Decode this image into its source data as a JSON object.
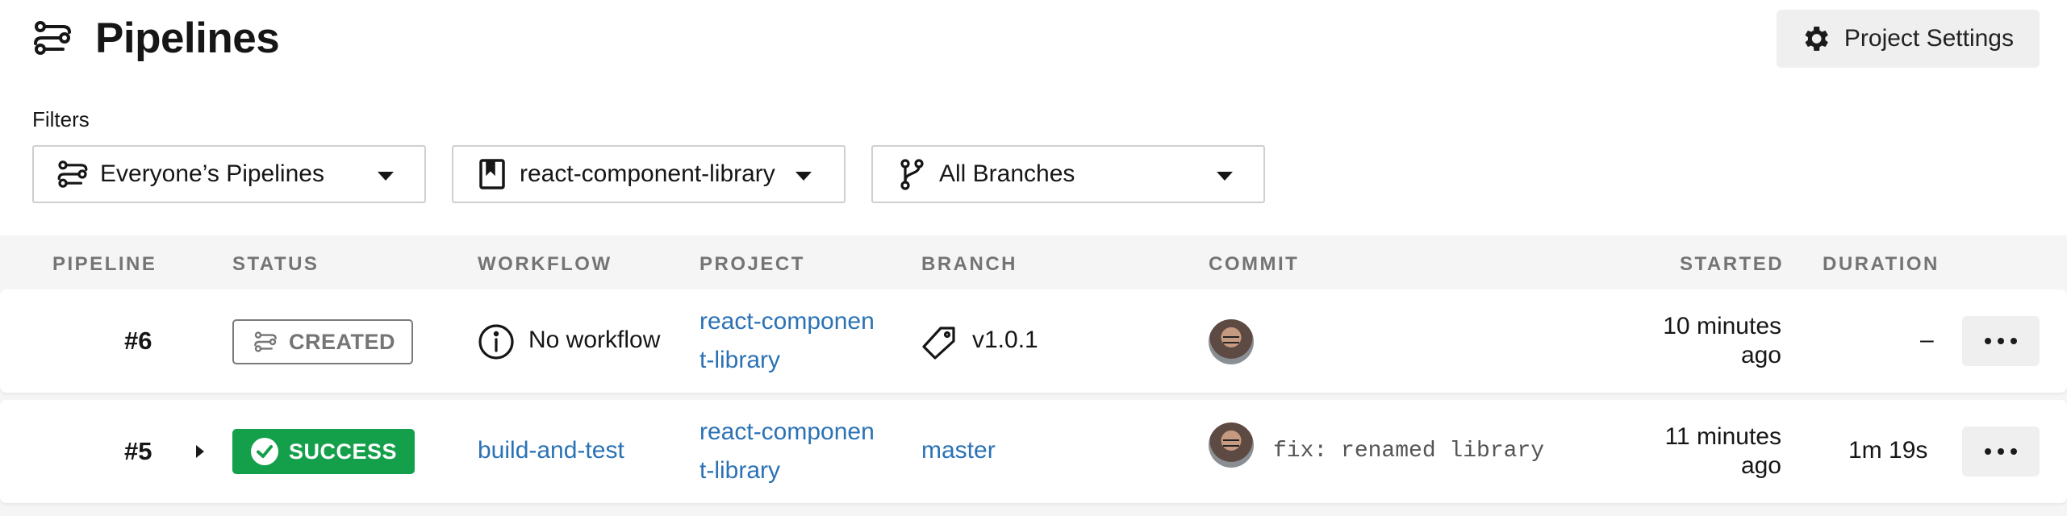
{
  "header": {
    "title": "Pipelines",
    "title_icon": "pipelines-icon",
    "settings_label": "Project Settings",
    "settings_icon": "gear-icon"
  },
  "filters": {
    "label": "Filters",
    "owner": {
      "value": "Everyone’s Pipelines",
      "icon": "pipelines-icon"
    },
    "project": {
      "value": "react-component-library",
      "icon": "bookmark-icon"
    },
    "branch": {
      "value": "All Branches",
      "icon": "branch-icon"
    }
  },
  "table": {
    "columns": [
      "PIPELINE",
      "STATUS",
      "WORKFLOW",
      "PROJECT",
      "BRANCH",
      "COMMIT",
      "STARTED",
      "DURATION"
    ],
    "rows": [
      {
        "number": "#6",
        "status": "CREATED",
        "workflow": "No workflow",
        "project_line1": "react-componen",
        "project_line2": "t-library",
        "branch": "v1.0.1",
        "branch_icon": "tag-icon",
        "commit": "",
        "started_line1": "10 minutes",
        "started_line2": "ago",
        "duration": "–"
      },
      {
        "number": "#5",
        "status": "SUCCESS",
        "workflow": "build-and-test",
        "project_line1": "react-componen",
        "project_line2": "t-library",
        "branch": "master",
        "commit": "fix: renamed library",
        "started_line1": "11 minutes",
        "started_line2": "ago",
        "duration": "1m 19s"
      }
    ]
  },
  "colors": {
    "success": "#14a04a",
    "link": "#2b72b5",
    "header_text": "#747474"
  }
}
